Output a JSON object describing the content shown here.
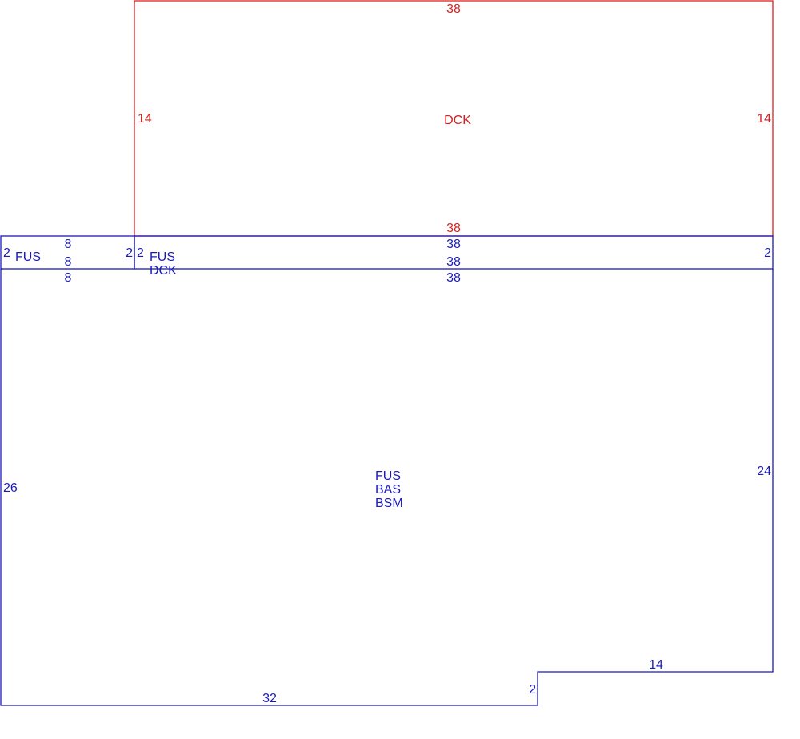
{
  "colors": {
    "primary": "#1a1ab8",
    "deck": "#e02020"
  },
  "deck": {
    "name": "DCK",
    "dims": {
      "top": "38",
      "left": "14",
      "right": "14",
      "bottom": "38"
    }
  },
  "fus_small": {
    "name": "FUS",
    "dims": {
      "left": "2",
      "top": "8",
      "middle": "8",
      "bottom": "8",
      "right": "2"
    }
  },
  "fus_dck": {
    "names": [
      "FUS",
      "DCK"
    ],
    "dims": {
      "left": "2",
      "top": "38",
      "middle": "38",
      "bottom": "38",
      "right": "2"
    }
  },
  "main": {
    "names": [
      "FUS",
      "BAS",
      "BSM"
    ],
    "dims": {
      "left": "26",
      "right": "24",
      "step_top": "14",
      "step_side": "2",
      "bottom": "32"
    }
  }
}
